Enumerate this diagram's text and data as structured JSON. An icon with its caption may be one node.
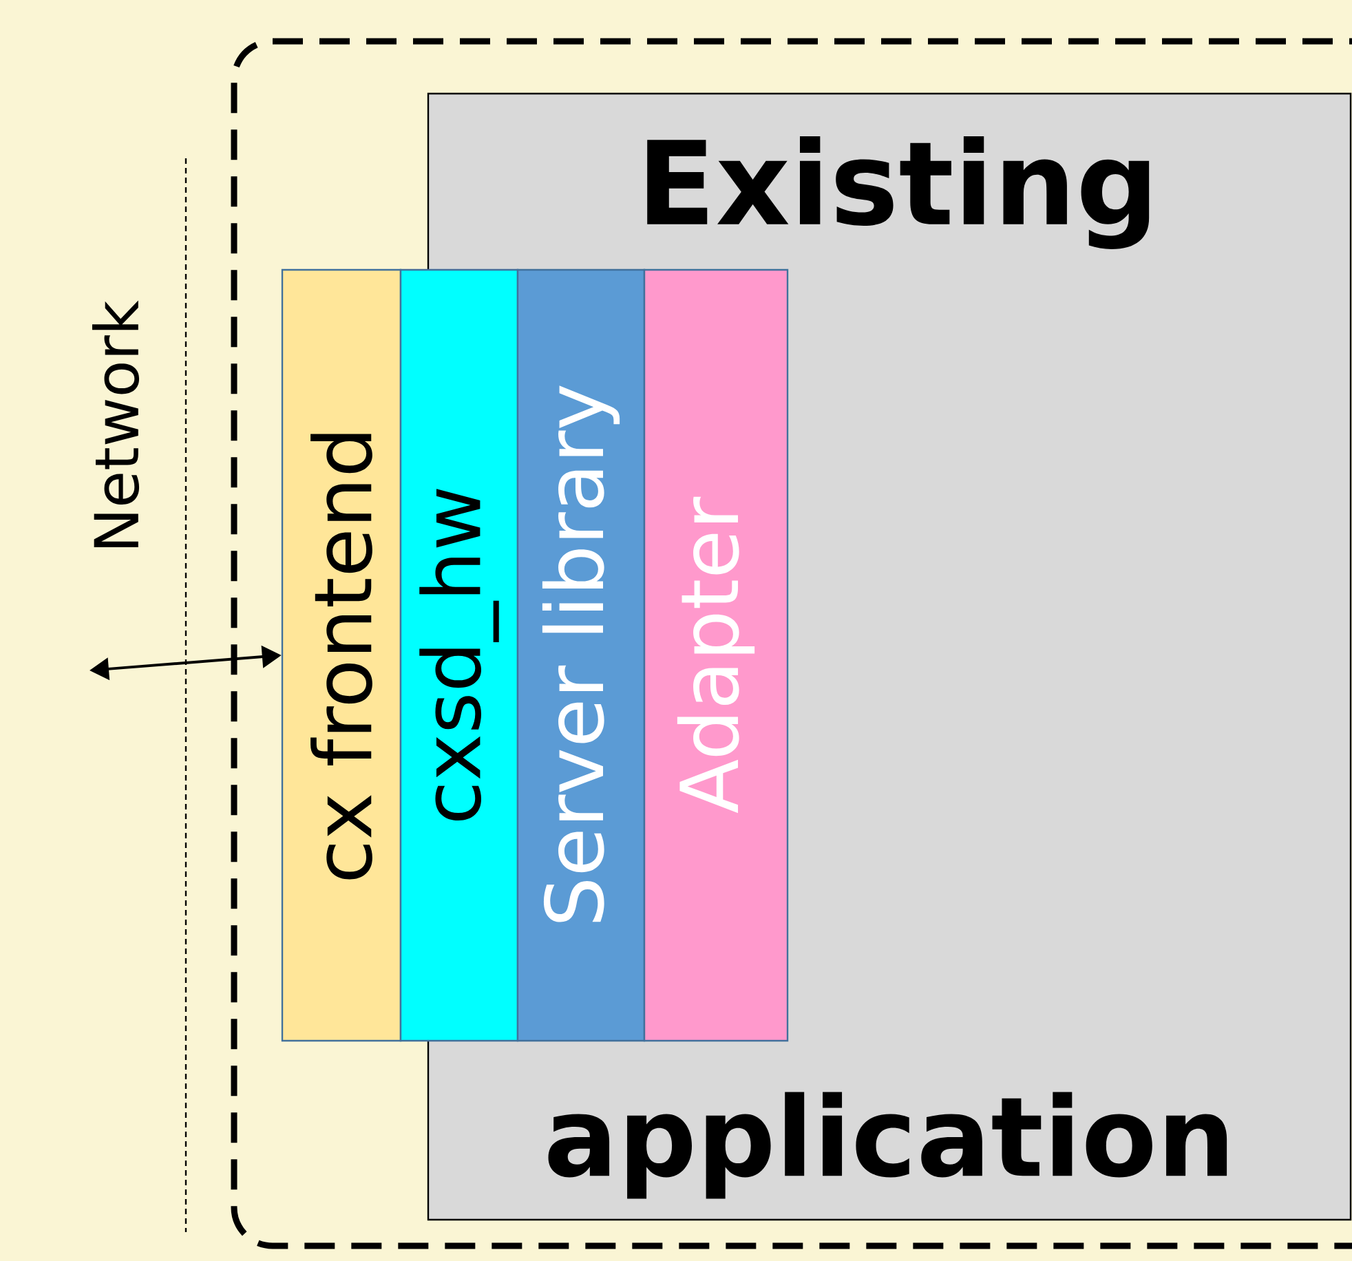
{
  "diagram": {
    "nodes": [
      {
        "text": [],
        "shape": "box"
      },
      {
        "text": [
          "Existing",
          "application"
        ],
        "in": 0
      },
      {
        "text": [
          "cx frontend"
        ],
        "in": 0
      },
      {
        "text": [
          "cxsd_hw"
        ],
        "in": 0
      },
      {
        "text": [
          "Server library"
        ],
        "in": 1
      },
      {
        "text": [
          "Adapter"
        ],
        "in": 1
      }
    ],
    "edges": [
      {
        "from": null,
        "to": 2,
        "arrow": "both"
      }
    ],
    "labels": [
      "Network"
    ]
  }
}
